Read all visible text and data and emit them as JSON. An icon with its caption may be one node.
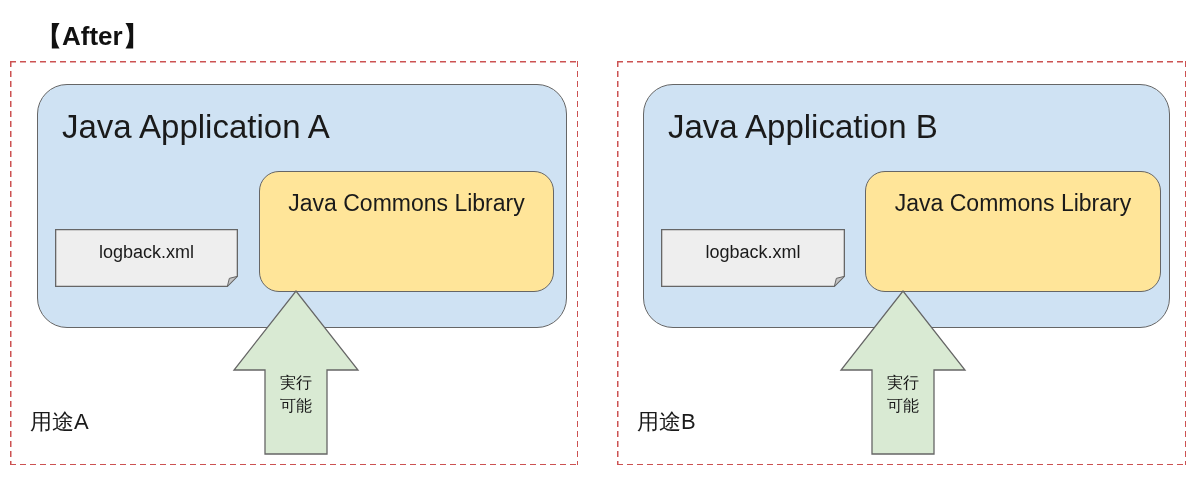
{
  "diagram": {
    "title": "【After】",
    "nodes": [
      {
        "text": [
          "用途A"
        ]
      },
      {
        "text": [
          "Java Application A"
        ],
        "in": 0
      },
      {
        "text": [
          "logback.xml"
        ],
        "in": 1
      },
      {
        "text": [
          "Java Commons Library"
        ],
        "in": 1
      },
      {
        "text": [
          "用途B"
        ]
      },
      {
        "text": [
          "Java Application B"
        ],
        "in": 4
      },
      {
        "text": [
          "logback.xml"
        ],
        "in": 5
      },
      {
        "text": [
          "Java Commons Library"
        ],
        "in": 5
      }
    ],
    "edges": [
      {
        "from": null,
        "to": 3,
        "arrow": "to",
        "label": "実行可能"
      },
      {
        "from": null,
        "to": 7,
        "arrow": "to",
        "label": "実行可能"
      }
    ]
  }
}
